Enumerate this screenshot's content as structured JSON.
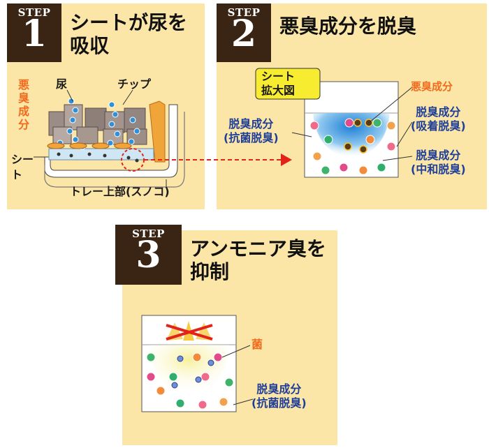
{
  "steps": [
    {
      "word": "STEP",
      "number": "1",
      "title": "シートが尿を\n吸収"
    },
    {
      "word": "STEP",
      "number": "2",
      "title": "悪臭成分を脱臭"
    },
    {
      "word": "STEP",
      "number": "3",
      "title": "アンモニア臭を\n抑制"
    }
  ],
  "step1": {
    "odor_label": "悪\n臭\n成\n分",
    "urine_label": "尿",
    "chip_label": "チップ",
    "sheet_label": "シー\nト",
    "tray_label": "トレー上部(スノコ)"
  },
  "step2": {
    "magnify_label": "シート\n拡大図",
    "odor_label": "悪臭成分",
    "left_label": "脱臭成分\n(抗菌脱臭)",
    "right1_label": "脱臭成分\n(吸着脱臭)",
    "right2_label": "脱臭成分\n(中和脱臭)"
  },
  "step3": {
    "bacteria_label": "菌",
    "agent_label": "脱臭成分\n(抗菌脱臭)"
  },
  "colors": {
    "panel": "#fbe6a8",
    "badge": "#3a2414",
    "orange_text": "#f26a1b",
    "blue_text": "#1f3e97",
    "arrow": "#e2231a"
  }
}
